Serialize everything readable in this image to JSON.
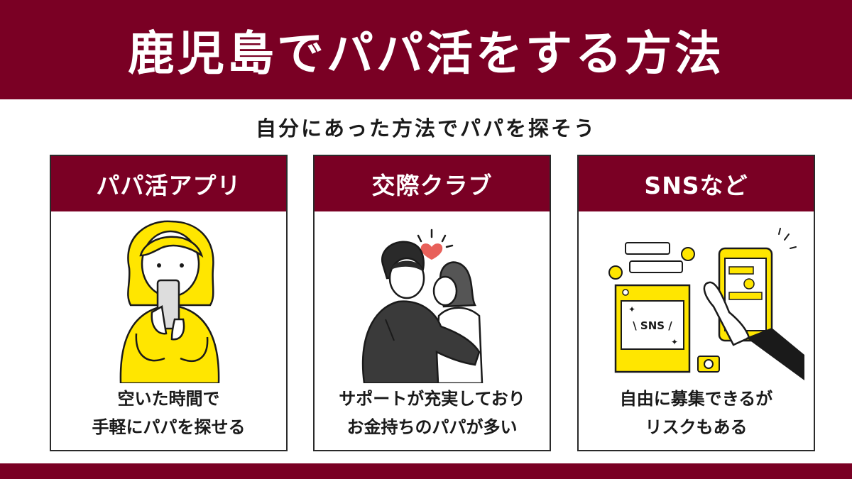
{
  "header": {
    "title": "鹿児島でパパ活をする方法"
  },
  "subtitle": "自分にあった方法でパパを探そう",
  "cards": [
    {
      "title": "パパ活アプリ",
      "lines": [
        "空いた時間で",
        "手軽にパパを探せる"
      ]
    },
    {
      "title": "交際クラブ",
      "lines": [
        "サポートが充実しており",
        "お金持ちのパパが多い"
      ]
    },
    {
      "title": "SNSなど",
      "lines": [
        "自由に募集できるが",
        "リスクもある"
      ]
    }
  ],
  "sns_illustration": {
    "post_text": "\\ SNS /"
  },
  "colors": {
    "brand": "#7a0024",
    "accent_yellow": "#ffe600",
    "heart": "#e8605a"
  }
}
